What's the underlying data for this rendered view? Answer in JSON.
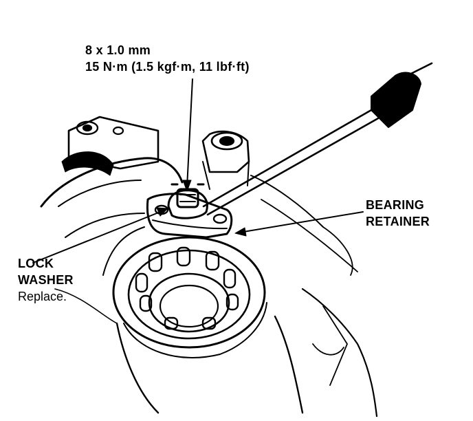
{
  "callouts": {
    "bolt": {
      "line1": "8 x 1.0 mm",
      "line2": "15 N·m (1.5 kgf·m, 11 lbf·ft)"
    },
    "bearing_retainer": {
      "line1": "BEARING",
      "line2": "RETAINER"
    },
    "lock_washer": {
      "line1": "LOCK",
      "line2": "WASHER",
      "line3": "Replace."
    }
  }
}
